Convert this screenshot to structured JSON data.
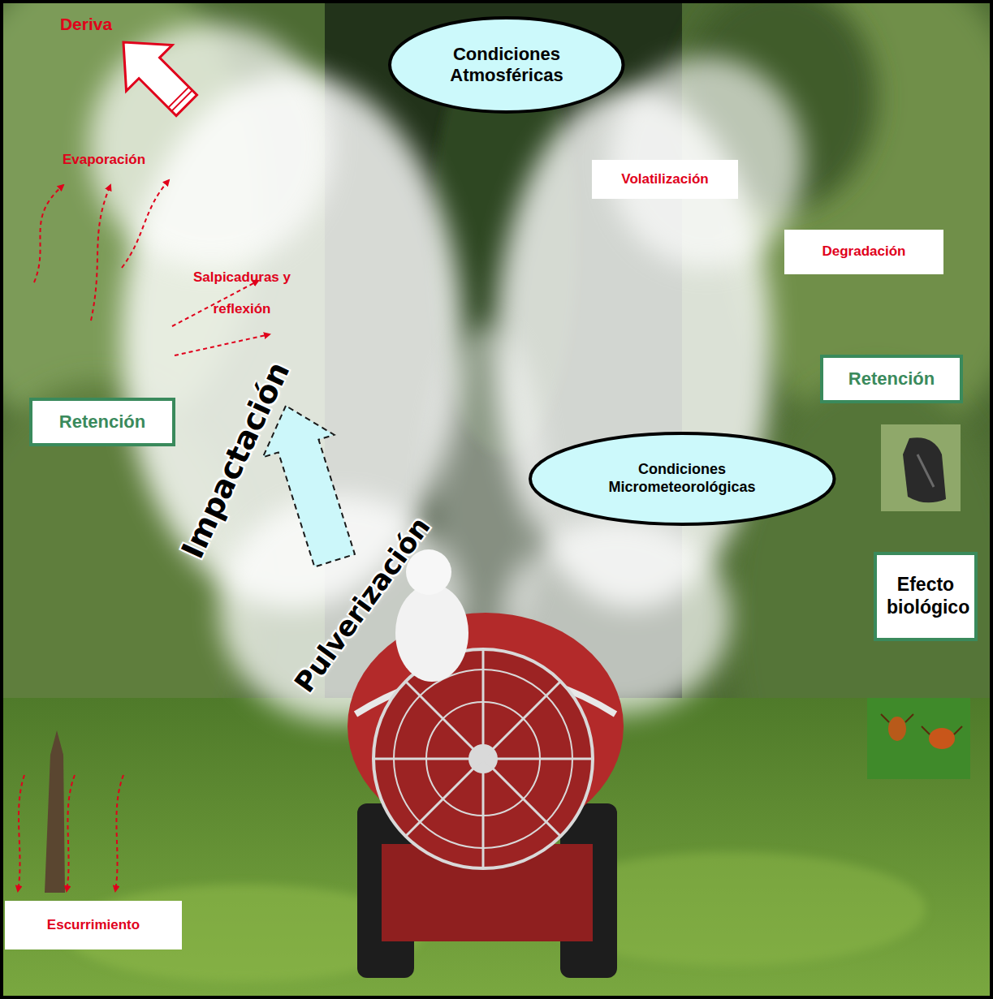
{
  "diagram": {
    "nodes": [
      {
        "text": [
          "Condiciones Atmosféricas"
        ]
      },
      {
        "text": [
          "Volatilización"
        ]
      },
      {
        "text": [
          "Degradación"
        ]
      },
      {
        "text": [
          "Retención"
        ]
      },
      {
        "text": [
          "Retención"
        ]
      },
      {
        "text": [
          "Condiciones Micrometeorológicas"
        ]
      },
      {
        "text": [
          "Efecto biológico"
        ]
      },
      {
        "text": [
          "Escurrimiento"
        ]
      }
    ],
    "labels": [
      "Deriva",
      "Evaporación",
      "Salpicaduras y reflexión",
      "Impactación",
      "Pulverización"
    ]
  }
}
